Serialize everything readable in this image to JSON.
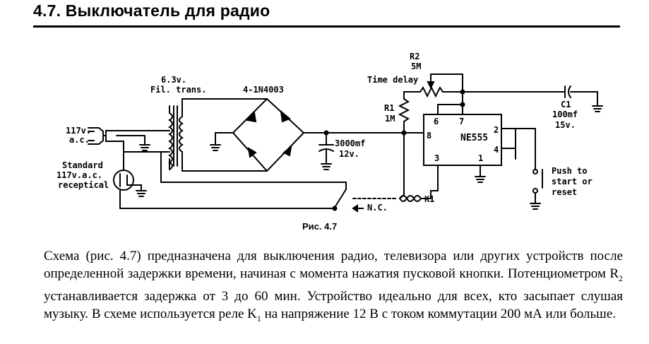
{
  "heading": "4.7. Выключатель для радио",
  "figure": {
    "caption": "Рис. 4.7",
    "labels": {
      "mains_line1": "117v.",
      "mains_line2": "a.c.",
      "receptacle_line1": "Standard",
      "receptacle_line2": "117v.a.c.",
      "receptacle_line3": "receptical",
      "trans_line1": "6.3v.",
      "trans_line2": "Fil. trans.",
      "bridge": "4-1N4003",
      "cap_line1": "3000mf",
      "cap_line2": "12v.",
      "r2_name": "R2",
      "r2_value": "5M",
      "r2_desc": "Time delay",
      "r1_name": "R1",
      "r1_value": "1M",
      "ic": "NE555",
      "pin6": "6",
      "pin7": "7",
      "pin8": "8",
      "pin3": "3",
      "pin1": "1",
      "pin2": "2",
      "pin4": "4",
      "c1_name": "C1",
      "c1_value": "100mf",
      "c1_voltage": "15v.",
      "relay": "K1",
      "nc": "N.C.",
      "push_line1": "Push to",
      "push_line2": "start or",
      "push_line3": "reset"
    }
  },
  "paragraph": {
    "part1": "Схема (рис. 4.7) предназначена для выключения радио, телевизора или других устройств после определенной задержки времени, начиная с момента нажатия пусковой кнопки. Потенциометром R",
    "sub1": "2",
    "part2": " устанавливается задержка от 3 до 60 мин. Устройство идеально для всех, кто засыпает слушая музыку. В схеме используется реле K",
    "sub2": "1",
    "part3": " на напряжение 12 В с током коммутации 200 мА или больше."
  }
}
